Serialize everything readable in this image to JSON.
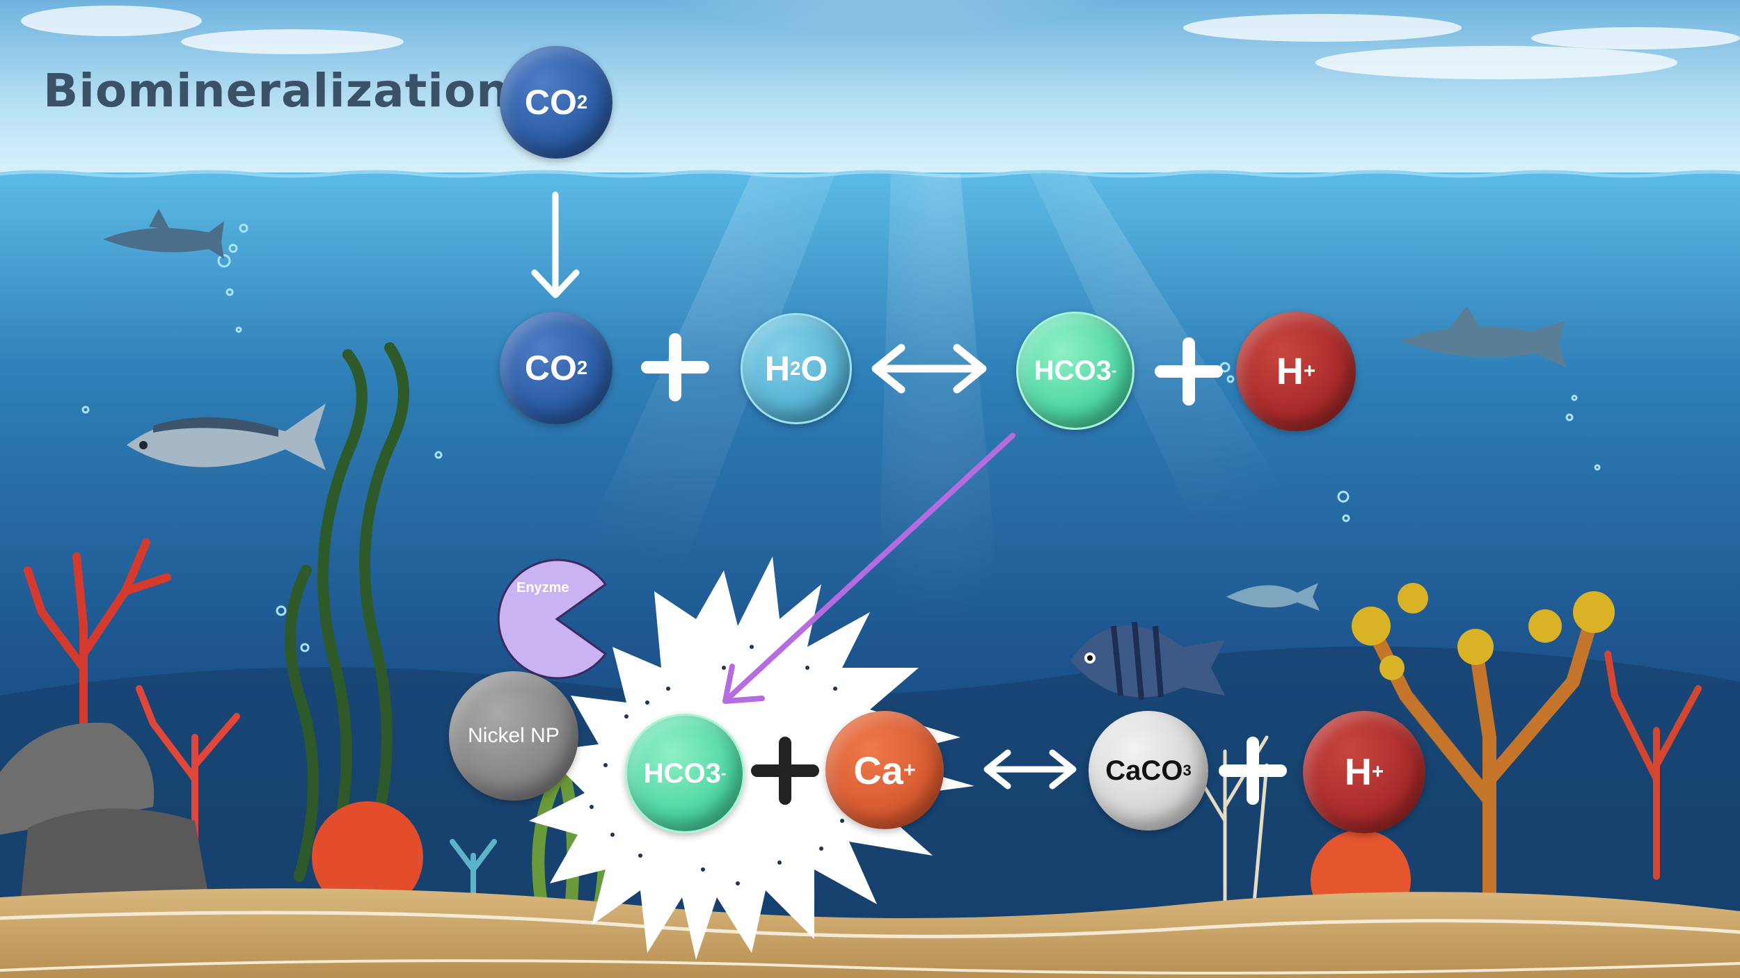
{
  "title": "Biomineralization",
  "molecules": {
    "co2_top": {
      "base": "CO",
      "sup": "2"
    },
    "co2_mid": {
      "base": "CO",
      "sup": "2"
    },
    "h2o": {
      "pre": "H",
      "sub": "2",
      "post": "O"
    },
    "hco3_mid": {
      "base": "HCO3",
      "sup": "-"
    },
    "h_mid": {
      "base": "H",
      "sup": "+"
    },
    "hco3_low": {
      "base": "HCO3",
      "sup": "-"
    },
    "ca": {
      "base": "Ca",
      "sup": "+"
    },
    "caco3": {
      "base": "CaCO",
      "sup": "3"
    },
    "h_low": {
      "base": "H",
      "sup": "+"
    },
    "nickel": "Nickel NP",
    "enzyme": "Enyzme"
  },
  "colors": {
    "sky_top": "#9fd3ef",
    "water_surface": "#4fb0dc",
    "deep_water": "#1a4a7e",
    "sand": "#c9a66b",
    "co2": "#2d5ea8",
    "h2o": "#56b3d4",
    "hco3": "#4ed6a2",
    "h_plus": "#a82a2a",
    "ca": "#d95a30",
    "caco3": "#d4d4d4",
    "nickel": "#858585",
    "enzyme": "#c9b3f2",
    "pathway_arrow": "#b76be0"
  }
}
